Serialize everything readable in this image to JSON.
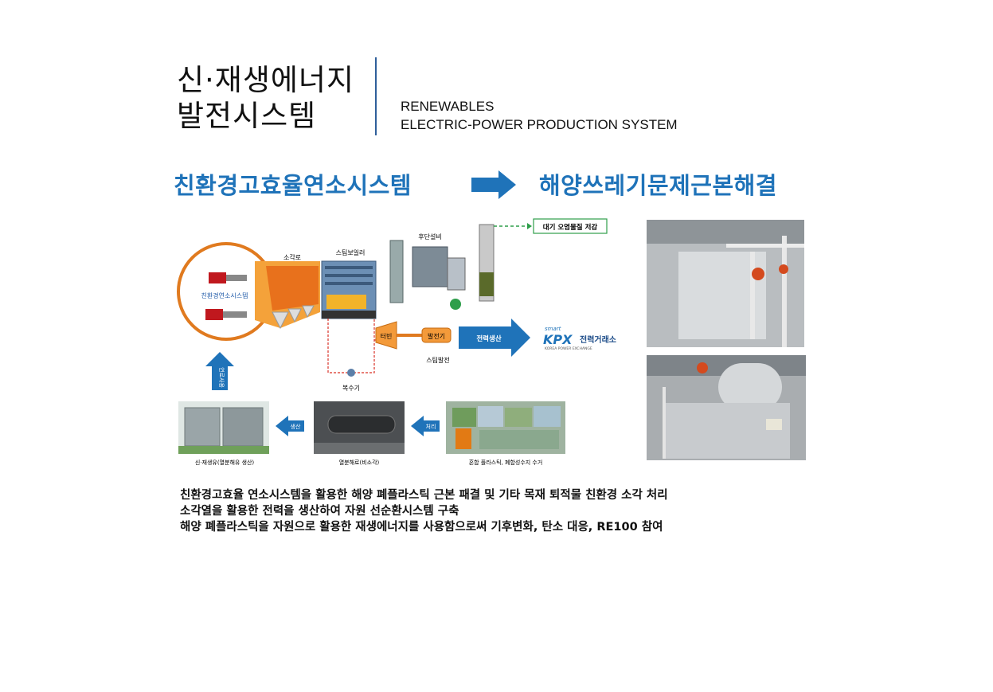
{
  "header": {
    "title_line1": "신·재생에너지",
    "title_line2": "발전시스템",
    "english_line1": "RENEWABLES",
    "english_line2": "ELECTRIC-POWER PRODUCTION SYSTEM"
  },
  "headline": {
    "left": "친환경고효율연소시스템",
    "right": "해양쓰레기문제근본해결"
  },
  "diagram": {
    "air_pollution_label": "대기 오염물질 저감",
    "incinerator_label": "소각로",
    "steam_boiler_label": "스팀보일러",
    "post_treatment_label": "후단설비",
    "combustion_system_label": "친환경연소시스템",
    "turbine_label": "터빈",
    "generator_label": "발전기",
    "power_production_label": "전력생산",
    "steam_generation_label": "스팀발전",
    "condenser_label": "복수기",
    "fuel_use_label": "연료사용",
    "kpx_smart": "smart",
    "kpx_logo": "KPX",
    "kpx_name": "전력거래소",
    "kpx_english": "KOREA POWER EXCHANGE",
    "produce_label": "생산",
    "process_label": "처리",
    "oil_tanks_caption": "신·재생유(열분해유 생산)",
    "pyrolysis_caption": "열분해로(비소각)",
    "plastics_caption": "혼합 플라스틱, 폐합성수지 수거"
  },
  "description": {
    "line1": "친환경고효율 연소시스템을 활용한 해양 폐플라스틱 근본 패결 및 기타 목재 퇴적물 친환경 소각 처리",
    "line2": "소각열을 활용한 전력을 생산하여 자원 선순환시스템 구축",
    "line3": "해양 폐플라스틱을 자원으로 활용한 재생에너지를 사용함으로써 기후변화, 탄소 대응, RE100 참여"
  },
  "colors": {
    "accent_blue": "#1f73b9",
    "orange": "#e07a1f",
    "green": "#2e9e4a",
    "red_dashed": "#d93025"
  }
}
